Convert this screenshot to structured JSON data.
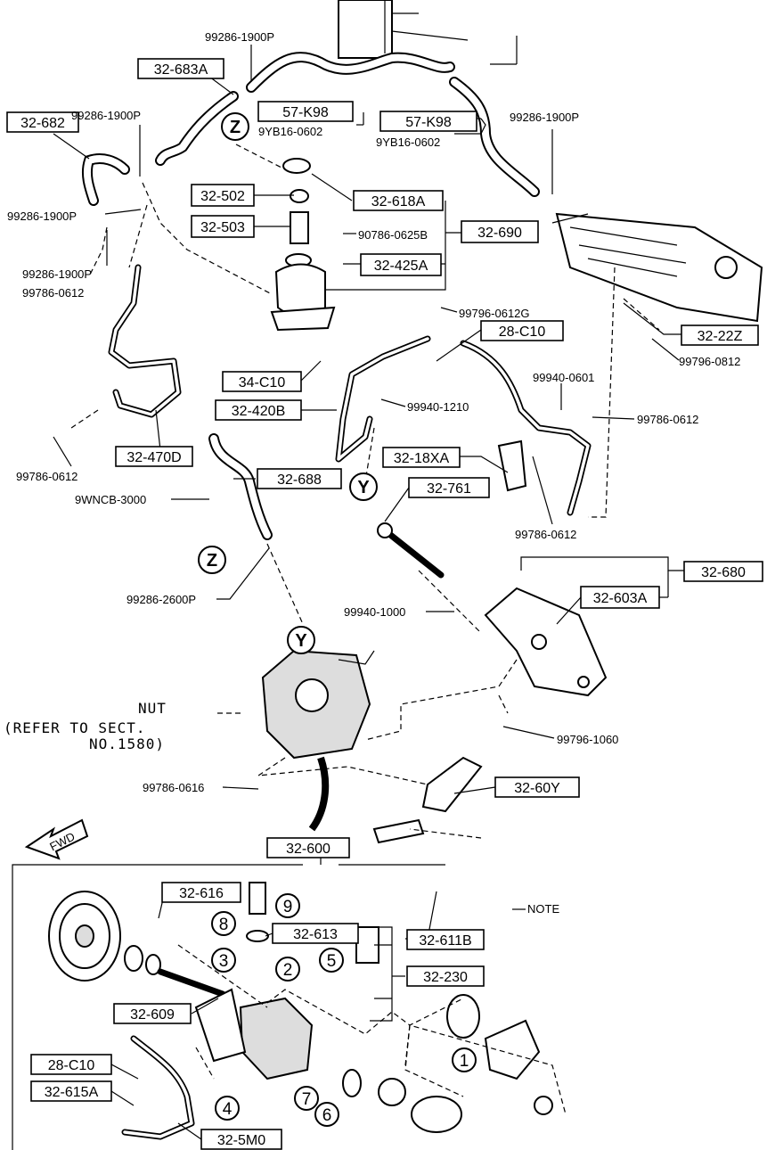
{
  "diagram": {
    "boxed_parts": [
      "32-683A",
      "32-682",
      "57-K98",
      "57-K98",
      "32-618A",
      "32-502",
      "32-503",
      "32-690",
      "32-425A",
      "28-C10",
      "32-22Z",
      "34-C10",
      "32-420B",
      "32-470D",
      "32-688",
      "32-18XA",
      "32-761",
      "32-680",
      "32-603A",
      "32-60Y",
      "32-600",
      "32-616",
      "32-613",
      "32-611B",
      "32-230",
      "32-609",
      "28-C10",
      "32-615A",
      "32-5M0"
    ],
    "plain_parts": [
      "99286-1900P",
      "99286-1900P",
      "9YB16-0602",
      "9YB16-0602",
      "99286-1900P",
      "99286-1900P",
      "90786-0625B",
      "99286-1900P",
      "99786-0612",
      "99796-0612G",
      "99796-0812",
      "99940-0601",
      "99940-1210",
      "99786-0612",
      "99786-0612",
      "9WNCB-3000",
      "99786-0612",
      "99286-2600P",
      "99940-1000",
      "99796-1060",
      "99786-0616"
    ],
    "circle_letters": [
      "Z",
      "Y",
      "Z",
      "Y"
    ],
    "circle_numbers": [
      "9",
      "8",
      "3",
      "2",
      "5",
      "1",
      "7",
      "6",
      "4"
    ],
    "note_nut": [
      "NUT",
      "(REFER TO SECT.",
      "NO.1580)"
    ],
    "note_label": "NOTE",
    "fwd_label": "FWD"
  }
}
